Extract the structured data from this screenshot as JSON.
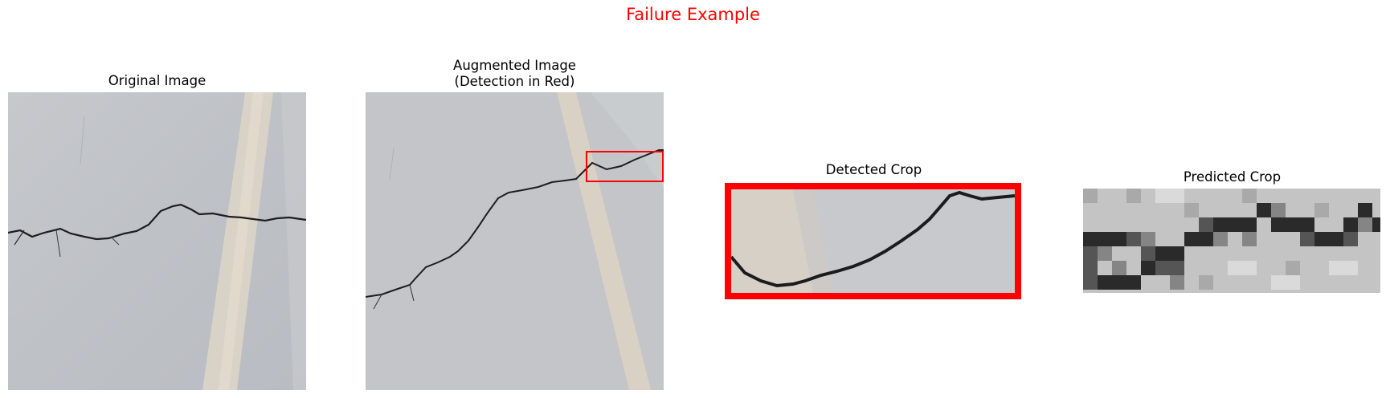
{
  "figure": {
    "suptitle": "Failure Example",
    "suptitle_color": "#ff0000"
  },
  "panels": [
    {
      "title": "Original Image"
    },
    {
      "title_line1": "Augmented Image",
      "title_line2": "(Detection in Red)"
    },
    {
      "title": "Detected Crop"
    },
    {
      "title": "Predicted Crop"
    }
  ],
  "detection_color": "#ff0000"
}
